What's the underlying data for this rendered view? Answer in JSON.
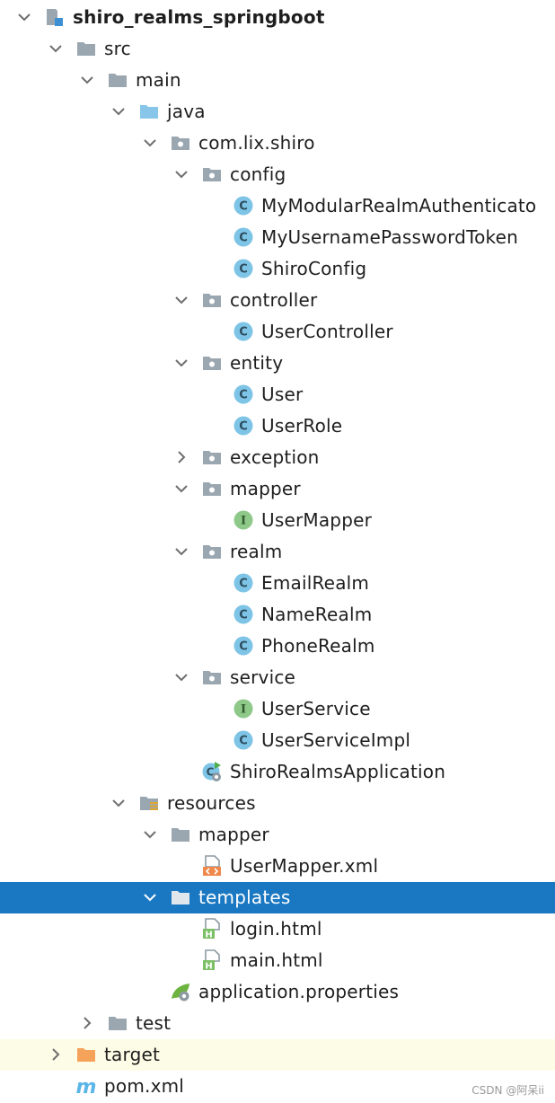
{
  "tree": [
    {
      "label": "shiro_realms_springboot",
      "depth": 0,
      "state": "expanded",
      "icon": "module-icon",
      "bold": true
    },
    {
      "label": "src",
      "depth": 1,
      "state": "expanded",
      "icon": "folder-icon"
    },
    {
      "label": "main",
      "depth": 2,
      "state": "expanded",
      "icon": "folder-icon"
    },
    {
      "label": "java",
      "depth": 3,
      "state": "expanded",
      "icon": "source-folder-icon"
    },
    {
      "label": "com.lix.shiro",
      "depth": 4,
      "state": "expanded",
      "icon": "package-icon"
    },
    {
      "label": "config",
      "depth": 5,
      "state": "expanded",
      "icon": "package-icon"
    },
    {
      "label": "MyModularRealmAuthenticato",
      "depth": 6,
      "state": "leaf",
      "icon": "class-icon"
    },
    {
      "label": "MyUsernamePasswordToken",
      "depth": 6,
      "state": "leaf",
      "icon": "class-icon"
    },
    {
      "label": "ShiroConfig",
      "depth": 6,
      "state": "leaf",
      "icon": "class-icon"
    },
    {
      "label": "controller",
      "depth": 5,
      "state": "expanded",
      "icon": "package-icon"
    },
    {
      "label": "UserController",
      "depth": 6,
      "state": "leaf",
      "icon": "class-icon"
    },
    {
      "label": "entity",
      "depth": 5,
      "state": "expanded",
      "icon": "package-icon"
    },
    {
      "label": "User",
      "depth": 6,
      "state": "leaf",
      "icon": "class-icon"
    },
    {
      "label": "UserRole",
      "depth": 6,
      "state": "leaf",
      "icon": "class-icon"
    },
    {
      "label": "exception",
      "depth": 5,
      "state": "collapsed",
      "icon": "package-icon"
    },
    {
      "label": "mapper",
      "depth": 5,
      "state": "expanded",
      "icon": "package-icon"
    },
    {
      "label": "UserMapper",
      "depth": 6,
      "state": "leaf",
      "icon": "interface-icon"
    },
    {
      "label": "realm",
      "depth": 5,
      "state": "expanded",
      "icon": "package-icon"
    },
    {
      "label": "EmailRealm",
      "depth": 6,
      "state": "leaf",
      "icon": "class-icon"
    },
    {
      "label": "NameRealm",
      "depth": 6,
      "state": "leaf",
      "icon": "class-icon"
    },
    {
      "label": "PhoneRealm",
      "depth": 6,
      "state": "leaf",
      "icon": "class-icon"
    },
    {
      "label": "service",
      "depth": 5,
      "state": "expanded",
      "icon": "package-icon"
    },
    {
      "label": "UserService",
      "depth": 6,
      "state": "leaf",
      "icon": "interface-icon"
    },
    {
      "label": "UserServiceImpl",
      "depth": 6,
      "state": "leaf",
      "icon": "class-icon"
    },
    {
      "label": "ShiroRealmsApplication",
      "depth": 5,
      "state": "leaf",
      "icon": "spring-boot-app-icon"
    },
    {
      "label": "resources",
      "depth": 3,
      "state": "expanded",
      "icon": "resources-folder-icon"
    },
    {
      "label": "mapper",
      "depth": 4,
      "state": "expanded",
      "icon": "folder-icon"
    },
    {
      "label": "UserMapper.xml",
      "depth": 5,
      "state": "leaf",
      "icon": "xml-file-icon"
    },
    {
      "label": "templates",
      "depth": 4,
      "state": "expanded",
      "icon": "folder-icon",
      "selected": true
    },
    {
      "label": "login.html",
      "depth": 5,
      "state": "leaf",
      "icon": "html-file-icon"
    },
    {
      "label": "main.html",
      "depth": 5,
      "state": "leaf",
      "icon": "html-file-icon"
    },
    {
      "label": "application.properties",
      "depth": 4,
      "state": "leaf",
      "icon": "spring-properties-icon"
    },
    {
      "label": "test",
      "depth": 2,
      "state": "collapsed",
      "icon": "folder-icon"
    },
    {
      "label": "target",
      "depth": 1,
      "state": "collapsed",
      "icon": "excluded-folder-icon",
      "excluded": true
    },
    {
      "label": "pom.xml",
      "depth": 1,
      "state": "leaf",
      "icon": "maven-icon"
    }
  ],
  "watermark": "CSDN @阿呆ii",
  "colors": {
    "selection": "#1a78c2",
    "excluded_background": "#fdfce6",
    "folder": "#9aa7b0",
    "source_folder": "#87c6e8",
    "class_badge": "#7ec4e6",
    "interface_badge": "#8fc98a",
    "target_folder": "#f5a25b",
    "maven": "#5ab6e9"
  }
}
